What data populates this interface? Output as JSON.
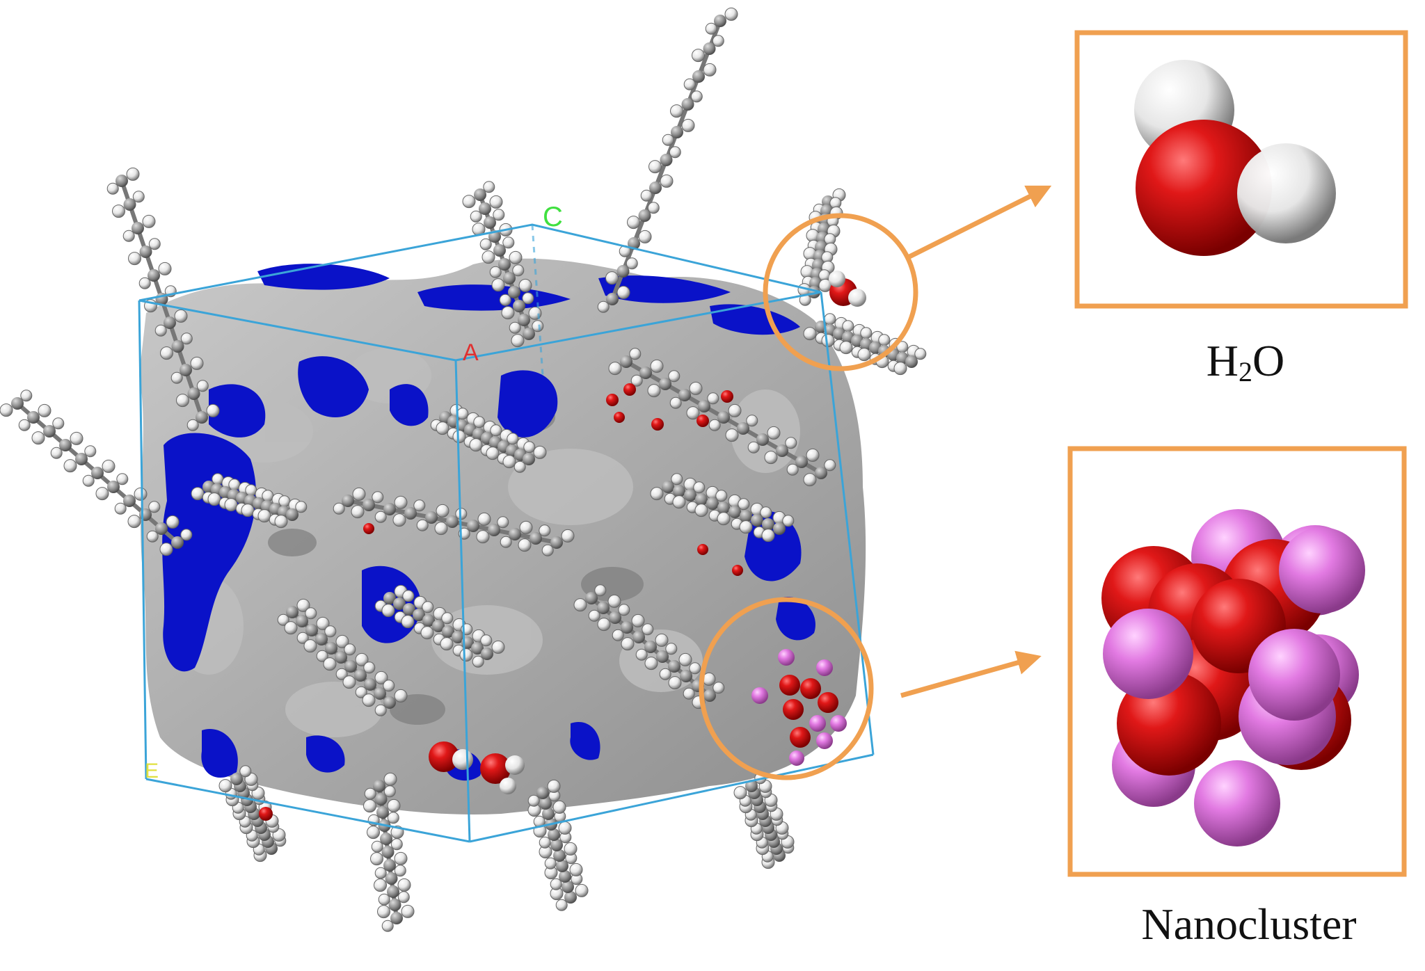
{
  "figure": {
    "axis_labels": {
      "a": "A",
      "c": "C",
      "origin": "E"
    },
    "colors": {
      "callout": "#F0A050",
      "cell_edge": "#3BA4D8",
      "surface_blue": "#0A12C8",
      "surface_gray": "#A9A9A9",
      "oxygen": "#D41A1A",
      "hydrogen": "#F2F2F2",
      "carbon": "#8A8A8A",
      "cluster_metal": "#E070E0"
    },
    "insets": {
      "water": {
        "caption_main": "H",
        "caption_sub": "2",
        "caption_end": "O",
        "icon": "water-molecule-icon"
      },
      "cluster": {
        "caption": "Nanocluster",
        "icon": "nanocluster-icon"
      }
    }
  }
}
